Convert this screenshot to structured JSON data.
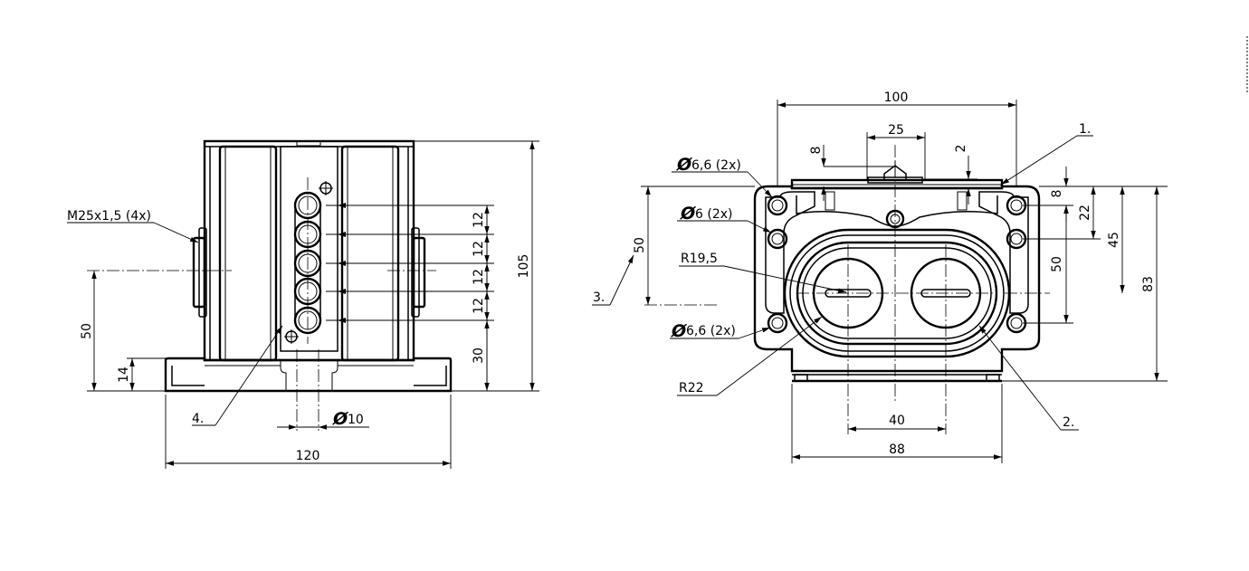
{
  "side_view": {
    "thread_label": "M25x1,5 (4x)",
    "dim_height_total": "105",
    "dim_axis_height": "50",
    "dim_base_height": "14",
    "dim_pitch": [
      "12",
      "12",
      "12",
      "12"
    ],
    "dim_first_hole": "30",
    "dim_width": "120",
    "hole_diameter_symbol": "Ø",
    "hole_diameter_value": "10",
    "callout_4": "4."
  },
  "front_view": {
    "dim_width_top": "100",
    "dim_slot_width": "25",
    "dim_8_top": "8",
    "dim_2_top": "2",
    "hole_label_top": "6,6 (2x)",
    "hole_label_mid": "6 (2x)",
    "hole_label_bottom": "6,6 (2x)",
    "phi_symbol": "Ø",
    "radius_inner": "R19,5",
    "radius_outer": "R22",
    "dim_left_50": "50",
    "dim_right_8": "8",
    "dim_right_22": "22",
    "dim_right_45": "45",
    "dim_right_50": "50",
    "dim_right_83": "83",
    "dim_hole_spacing": "40",
    "dim_base_width": "88",
    "callout_1": "1.",
    "callout_2": "2.",
    "callout_3": "3."
  }
}
